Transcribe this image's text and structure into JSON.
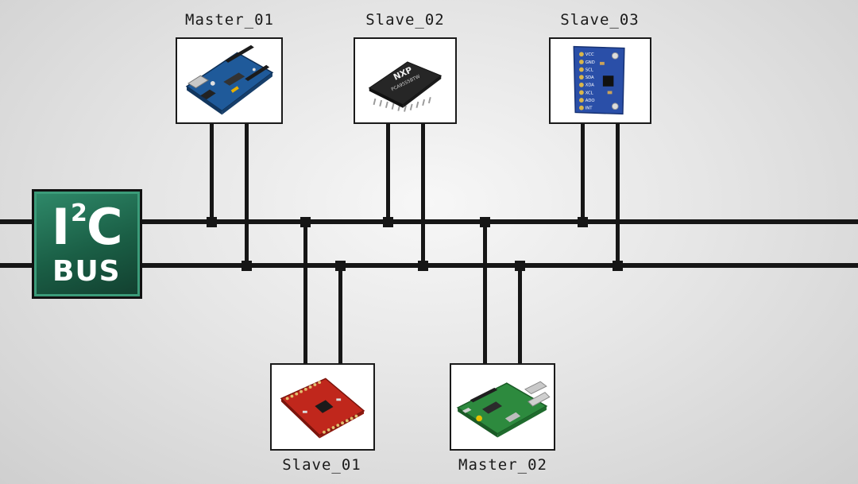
{
  "logo": {
    "text_main": "I",
    "text_sup": "2",
    "text_c": "C",
    "text_sub": "BUS",
    "colors": {
      "background": "#1a5e45",
      "border": "#111111",
      "text": "#ffffff"
    }
  },
  "devices": {
    "master_01": {
      "label": "Master_01",
      "icon": "arduino-board-icon"
    },
    "slave_02": {
      "label": "Slave_02",
      "icon": "nxp-chip-icon",
      "chip_brand": "NXP",
      "chip_part": "PCA9555BTW"
    },
    "slave_03": {
      "label": "Slave_03",
      "icon": "sensor-module-icon",
      "pins": [
        "VCC",
        "GND",
        "SCL",
        "SDA",
        "XDA",
        "XCL",
        "ADO",
        "INT"
      ]
    },
    "slave_01": {
      "label": "Slave_01",
      "icon": "breakout-board-icon"
    },
    "master_02": {
      "label": "Master_02",
      "icon": "raspberry-pi-icon"
    }
  },
  "colors": {
    "wire": "#161616",
    "box_border": "#1a1a1a",
    "box_fill": "#ffffff"
  }
}
